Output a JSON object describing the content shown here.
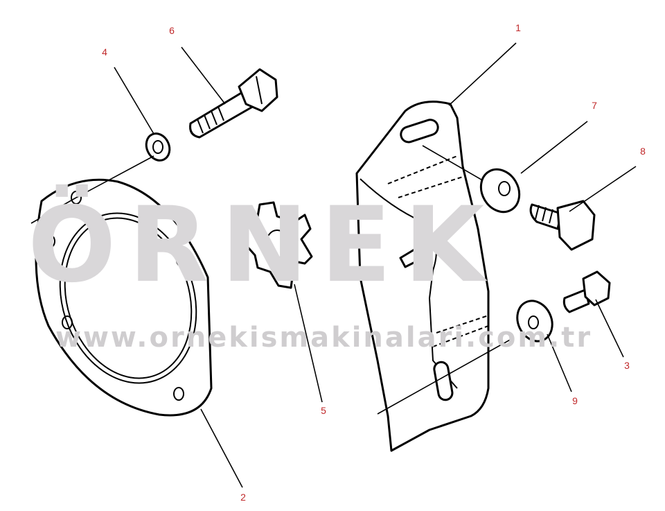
{
  "watermark": {
    "brand": "ÖRNEK",
    "url": "www.ornekismakinalari.com.tr",
    "color": "#d9d7d9"
  },
  "label_color": "#c0282a",
  "callouts": [
    {
      "number": "1",
      "part": "bracket"
    },
    {
      "number": "2",
      "part": "gasket-plate"
    },
    {
      "number": "3",
      "part": "hex-bolt-small"
    },
    {
      "number": "4",
      "part": "lock-washer"
    },
    {
      "number": "5",
      "part": "star-coupling"
    },
    {
      "number": "6",
      "part": "hex-bolt-long"
    },
    {
      "number": "7",
      "part": "flat-washer-large"
    },
    {
      "number": "8",
      "part": "hex-bolt"
    },
    {
      "number": "9",
      "part": "flat-washer"
    }
  ]
}
